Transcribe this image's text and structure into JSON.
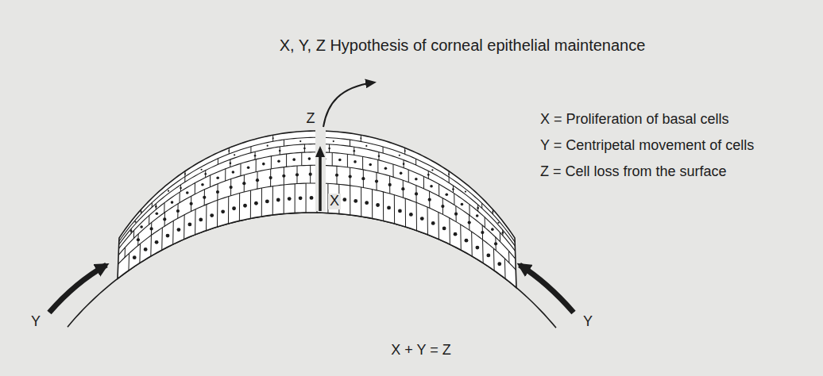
{
  "diagram": {
    "title": "X, Y, Z Hypothesis of corneal epithelial maintenance",
    "labels": [
      "Z",
      "X = Proliferation of basal cells",
      "Y = Centripetal movement of cells",
      "Z = Cell loss from the surface",
      "X",
      "Y",
      "Y",
      "X + Y = Z"
    ]
  }
}
